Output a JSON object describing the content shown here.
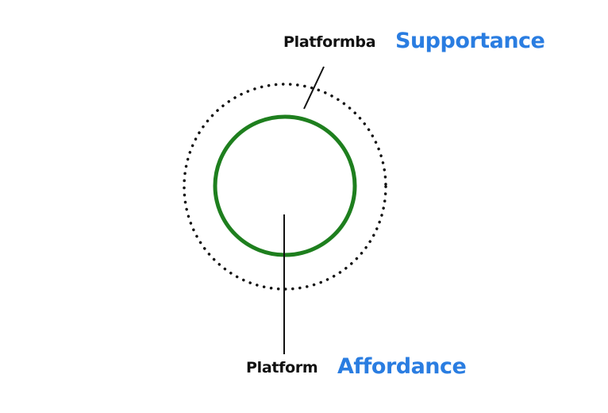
{
  "top_label": {
    "prefix": "Platformba",
    "term": "Supportance"
  },
  "bottom_label": {
    "prefix": "Platform",
    "term": "Affordance"
  },
  "colors": {
    "term": "#2a7de1",
    "inner_circle": "#1e7f1e",
    "outer_circle": "#111111"
  }
}
